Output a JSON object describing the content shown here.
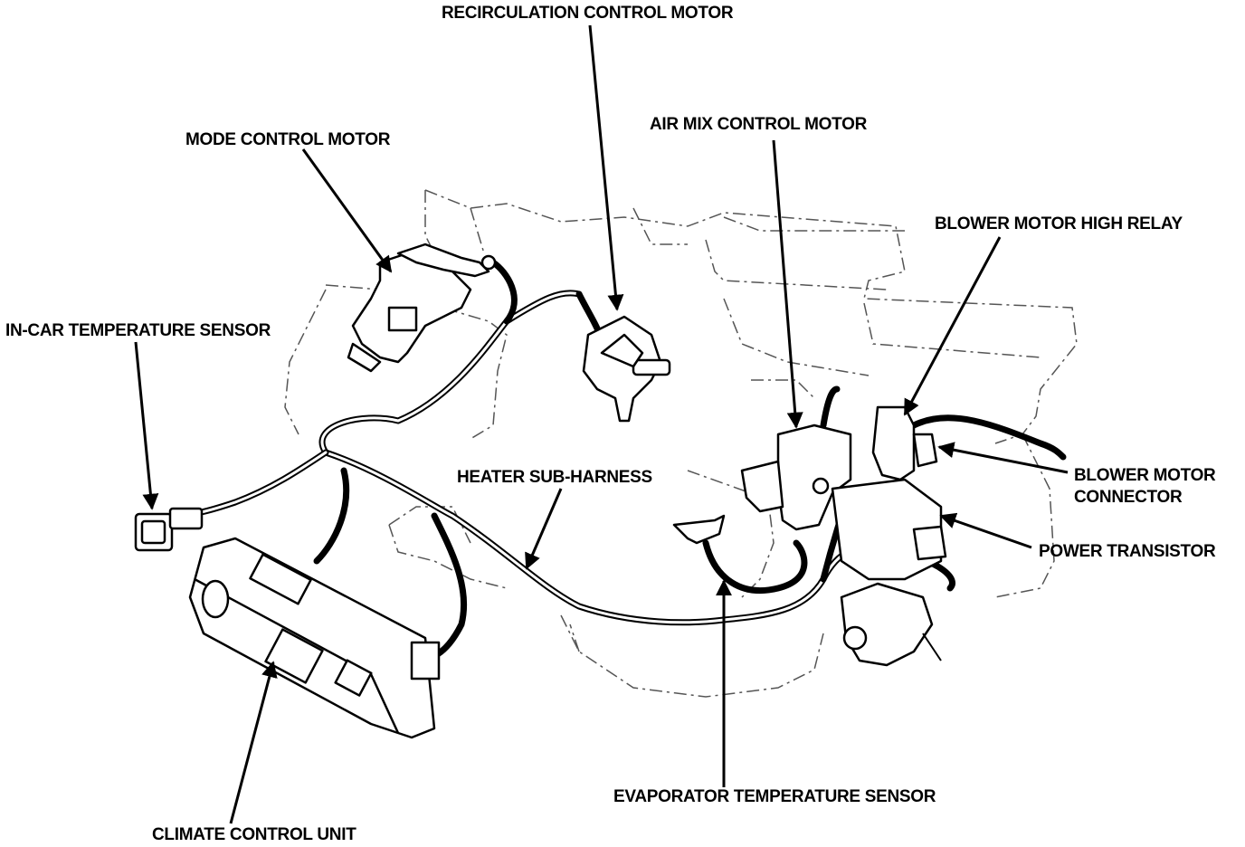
{
  "labels": {
    "recirculation_control_motor": "RECIRCULATION CONTROL MOTOR",
    "air_mix_control_motor": "AIR MIX CONTROL MOTOR",
    "mode_control_motor": "MODE CONTROL MOTOR",
    "blower_motor_high_relay": "BLOWER MOTOR HIGH RELAY",
    "in_car_temperature_sensor": "IN-CAR TEMPERATURE SENSOR",
    "heater_sub_harness": "HEATER SUB-HARNESS",
    "blower_motor_connector_line1": "BLOWER MOTOR",
    "blower_motor_connector_line2": "CONNECTOR",
    "power_transistor": "POWER TRANSISTOR",
    "evaporator_temperature_sensor": "EVAPORATOR TEMPERATURE SENSOR",
    "climate_control_unit": "CLIMATE CONTROL UNIT"
  },
  "colors": {
    "ink": "#000000",
    "paper": "#ffffff",
    "outline": "#555555"
  }
}
